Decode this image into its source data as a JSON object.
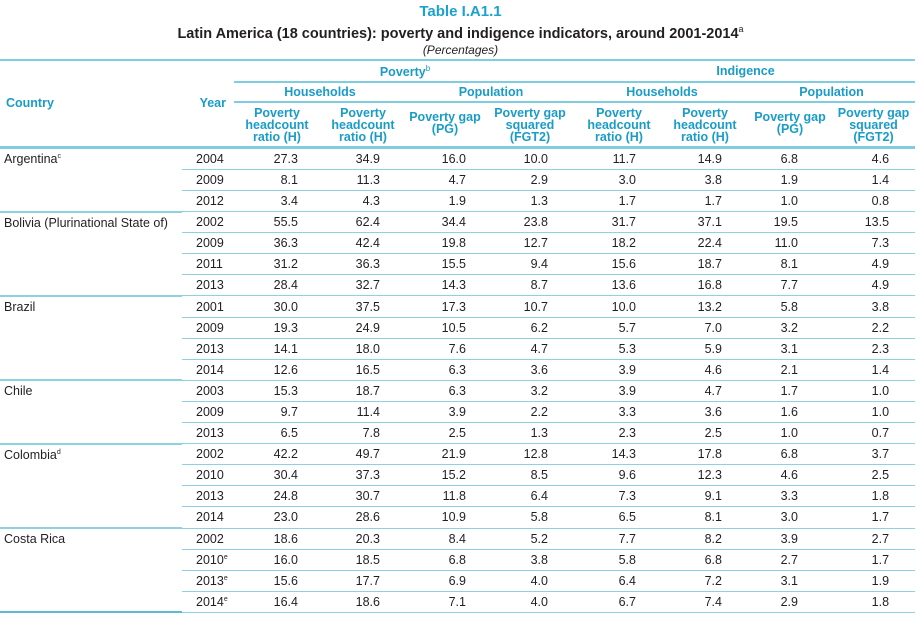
{
  "header": {
    "table_number": "Table I.A1.1",
    "title": "Latin America (18 countries): poverty and indigence indicators, around 2001-2014",
    "title_sup": "a",
    "subtitle": "(Percentages)"
  },
  "columns": {
    "country": "Country",
    "year": "Year",
    "poverty": "Poverty",
    "poverty_sup": "b",
    "indigence": "Indigence",
    "households": "Households",
    "population": "Population",
    "sub": [
      "Poverty headcount ratio (H)",
      "Poverty headcount ratio (H)",
      "Poverty gap (PG)",
      "Poverty gap squared (FGT2)",
      "Poverty headcount ratio (H)",
      "Poverty headcount ratio (H)",
      "Poverty gap (PG)",
      "Poverty gap squared (FGT2)"
    ]
  },
  "rows": [
    {
      "country": "Argentina",
      "country_sup": "c",
      "year": "2004",
      "year_sup": "",
      "values": [
        "27.3",
        "34.9",
        "16.0",
        "10.0",
        "11.7",
        "14.9",
        "6.8",
        "4.6"
      ]
    },
    {
      "country": "",
      "country_sup": "",
      "year": "2009",
      "year_sup": "",
      "values": [
        "8.1",
        "11.3",
        "4.7",
        "2.9",
        "3.0",
        "3.8",
        "1.9",
        "1.4"
      ]
    },
    {
      "country": "",
      "country_sup": "",
      "year": "2012",
      "year_sup": "",
      "values": [
        "3.4",
        "4.3",
        "1.9",
        "1.3",
        "1.7",
        "1.7",
        "1.0",
        "0.8"
      ]
    },
    {
      "country": "Bolivia (Plurinational State of)",
      "country_sup": "",
      "year": "2002",
      "year_sup": "",
      "values": [
        "55.5",
        "62.4",
        "34.4",
        "23.8",
        "31.7",
        "37.1",
        "19.5",
        "13.5"
      ]
    },
    {
      "country": "",
      "country_sup": "",
      "year": "2009",
      "year_sup": "",
      "values": [
        "36.3",
        "42.4",
        "19.8",
        "12.7",
        "18.2",
        "22.4",
        "11.0",
        "7.3"
      ]
    },
    {
      "country": "",
      "country_sup": "",
      "year": "2011",
      "year_sup": "",
      "values": [
        "31.2",
        "36.3",
        "15.5",
        "9.4",
        "15.6",
        "18.7",
        "8.1",
        "4.9"
      ]
    },
    {
      "country": "",
      "country_sup": "",
      "year": "2013",
      "year_sup": "",
      "values": [
        "28.4",
        "32.7",
        "14.3",
        "8.7",
        "13.6",
        "16.8",
        "7.7",
        "4.9"
      ]
    },
    {
      "country": "Brazil",
      "country_sup": "",
      "year": "2001",
      "year_sup": "",
      "values": [
        "30.0",
        "37.5",
        "17.3",
        "10.7",
        "10.0",
        "13.2",
        "5.8",
        "3.8"
      ]
    },
    {
      "country": "",
      "country_sup": "",
      "year": "2009",
      "year_sup": "",
      "values": [
        "19.3",
        "24.9",
        "10.5",
        "6.2",
        "5.7",
        "7.0",
        "3.2",
        "2.2"
      ]
    },
    {
      "country": "",
      "country_sup": "",
      "year": "2013",
      "year_sup": "",
      "values": [
        "14.1",
        "18.0",
        "7.6",
        "4.7",
        "5.3",
        "5.9",
        "3.1",
        "2.3"
      ]
    },
    {
      "country": "",
      "country_sup": "",
      "year": "2014",
      "year_sup": "",
      "values": [
        "12.6",
        "16.5",
        "6.3",
        "3.6",
        "3.9",
        "4.6",
        "2.1",
        "1.4"
      ]
    },
    {
      "country": "Chile",
      "country_sup": "",
      "year": "2003",
      "year_sup": "",
      "values": [
        "15.3",
        "18.7",
        "6.3",
        "3.2",
        "3.9",
        "4.7",
        "1.7",
        "1.0"
      ]
    },
    {
      "country": "",
      "country_sup": "",
      "year": "2009",
      "year_sup": "",
      "values": [
        "9.7",
        "11.4",
        "3.9",
        "2.2",
        "3.3",
        "3.6",
        "1.6",
        "1.0"
      ]
    },
    {
      "country": "",
      "country_sup": "",
      "year": "2013",
      "year_sup": "",
      "values": [
        "6.5",
        "7.8",
        "2.5",
        "1.3",
        "2.3",
        "2.5",
        "1.0",
        "0.7"
      ]
    },
    {
      "country": "Colombia",
      "country_sup": "d",
      "year": "2002",
      "year_sup": "",
      "values": [
        "42.2",
        "49.7",
        "21.9",
        "12.8",
        "14.3",
        "17.8",
        "6.8",
        "3.7"
      ]
    },
    {
      "country": "",
      "country_sup": "",
      "year": "2010",
      "year_sup": "",
      "values": [
        "30.4",
        "37.3",
        "15.2",
        "8.5",
        "9.6",
        "12.3",
        "4.6",
        "2.5"
      ]
    },
    {
      "country": "",
      "country_sup": "",
      "year": "2013",
      "year_sup": "",
      "values": [
        "24.8",
        "30.7",
        "11.8",
        "6.4",
        "7.3",
        "9.1",
        "3.3",
        "1.8"
      ]
    },
    {
      "country": "",
      "country_sup": "",
      "year": "2014",
      "year_sup": "",
      "values": [
        "23.0",
        "28.6",
        "10.9",
        "5.8",
        "6.5",
        "8.1",
        "3.0",
        "1.7"
      ]
    },
    {
      "country": "Costa Rica",
      "country_sup": "",
      "year": "2002",
      "year_sup": "",
      "values": [
        "18.6",
        "20.3",
        "8.4",
        "5.2",
        "7.7",
        "8.2",
        "3.9",
        "2.7"
      ]
    },
    {
      "country": "",
      "country_sup": "",
      "year": "2010",
      "year_sup": "e",
      "values": [
        "16.0",
        "18.5",
        "6.8",
        "3.8",
        "5.8",
        "6.8",
        "2.7",
        "1.7"
      ]
    },
    {
      "country": "",
      "country_sup": "",
      "year": "2013",
      "year_sup": "e",
      "values": [
        "15.6",
        "17.7",
        "6.9",
        "4.0",
        "6.4",
        "7.2",
        "3.1",
        "1.9"
      ]
    },
    {
      "country": "",
      "country_sup": "",
      "year": "2014",
      "year_sup": "e",
      "values": [
        "16.4",
        "18.6",
        "7.1",
        "4.0",
        "6.7",
        "7.4",
        "2.9",
        "1.8"
      ]
    }
  ],
  "group_ends": [
    2,
    6,
    10,
    13,
    17,
    21
  ],
  "colors": {
    "title_blue": "#1aa3d0",
    "header_blue": "#1a9cc8",
    "rule": "#8fd1e2"
  }
}
